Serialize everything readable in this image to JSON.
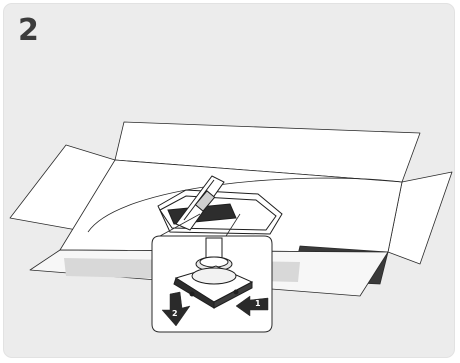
{
  "step_number": "2",
  "callout": {
    "arrow_1_label": "1",
    "arrow_2_label": "2"
  },
  "colors": {
    "panel_background": "#ececec",
    "step_number": "#3c3c3c",
    "box_inner_shadow": "#3a3a3a",
    "line_art": "#2a2a2a"
  }
}
